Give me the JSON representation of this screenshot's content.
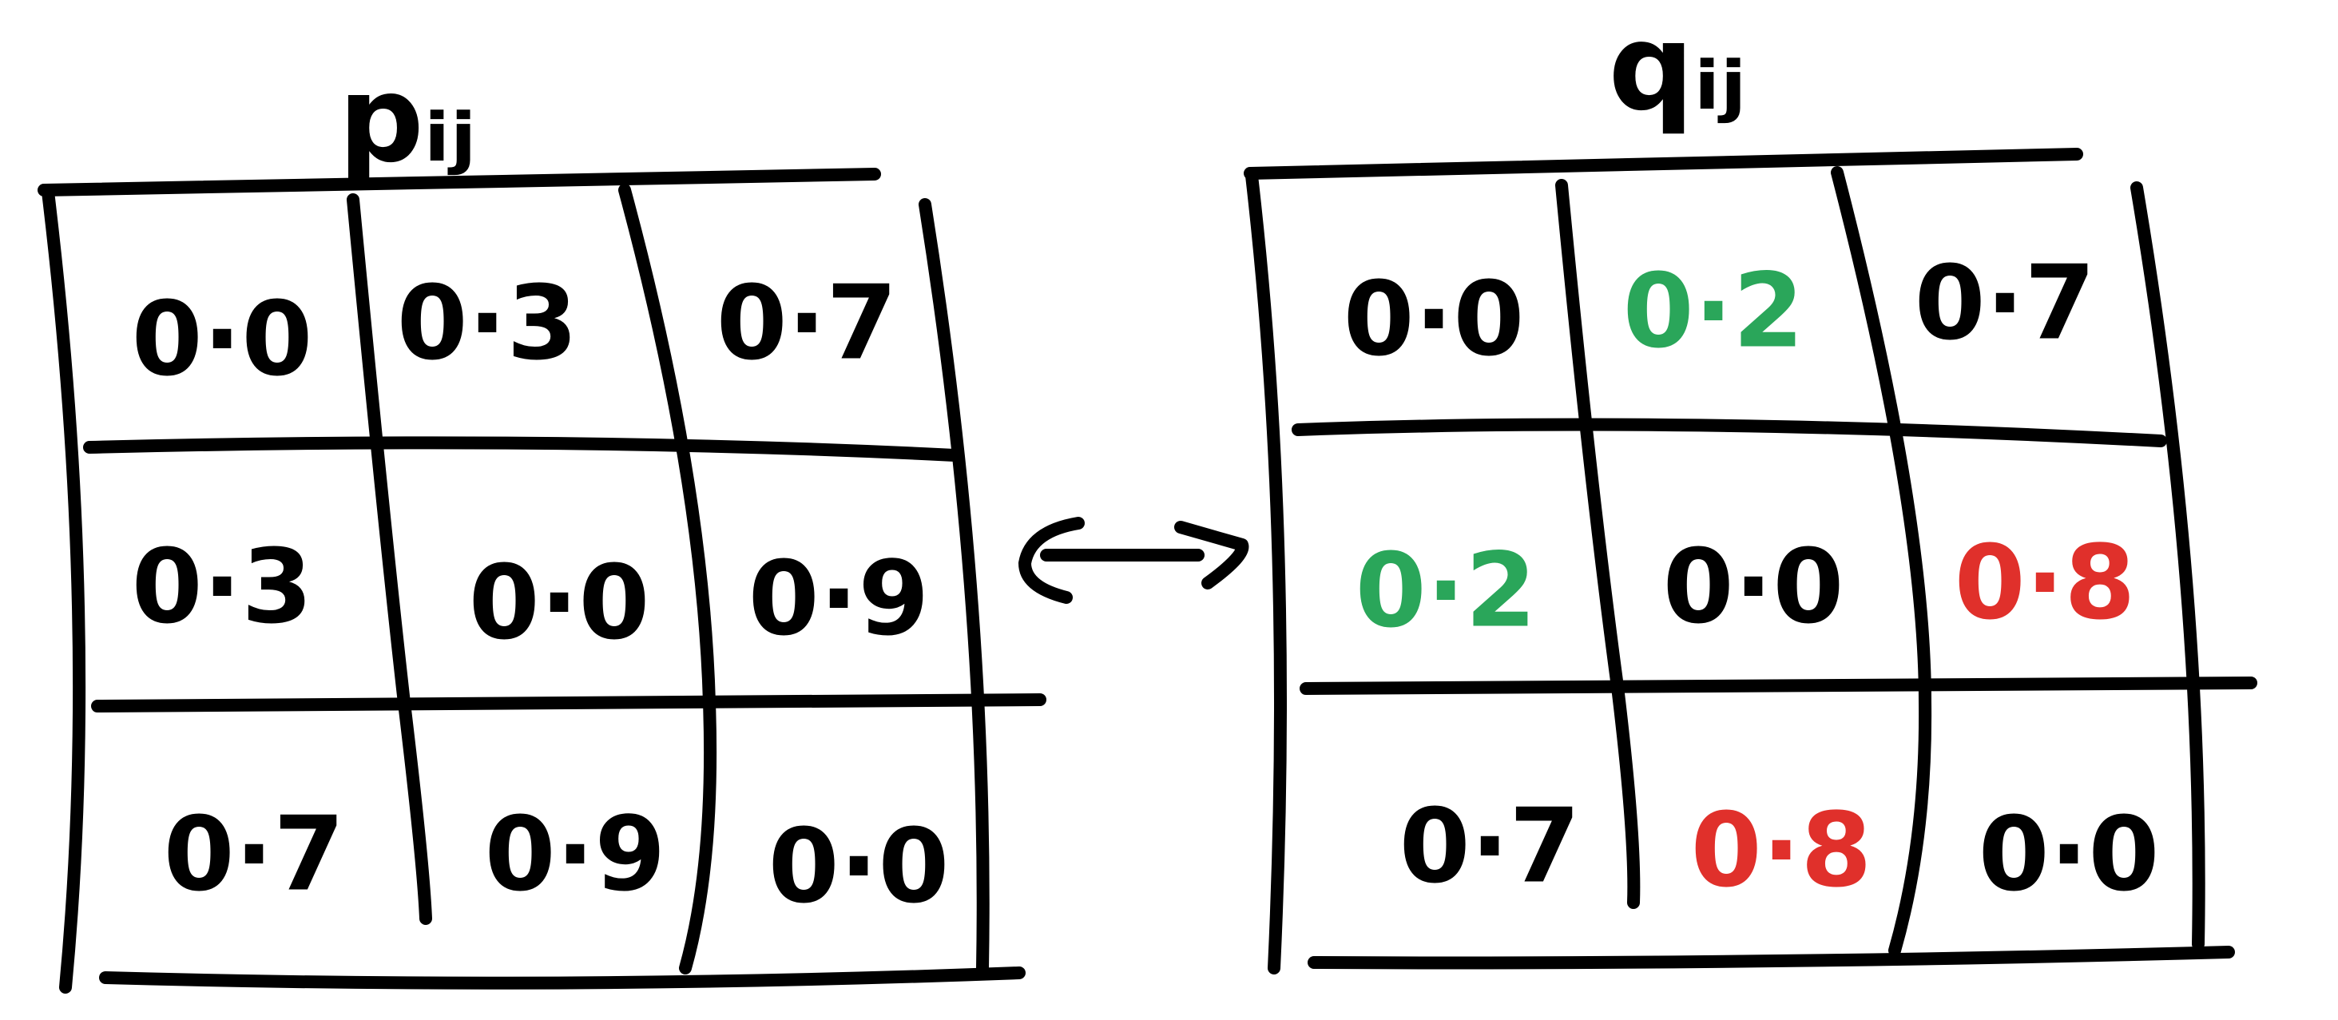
{
  "colors": {
    "ink": "#000000",
    "decreased": "#2aa65a",
    "increased": "#e0302b"
  },
  "left_matrix": {
    "title": "pᵢⱼ",
    "cells": [
      [
        "0·0",
        "0·3",
        "0·7"
      ],
      [
        "0·3",
        "0·0",
        "0·9"
      ],
      [
        "0·7",
        "0·9",
        "0·0"
      ]
    ]
  },
  "arrow": {
    "symbol": "⟷"
  },
  "right_matrix": {
    "title": "qᵢⱼ",
    "cells": [
      [
        "0·0",
        "0·2",
        "0·7"
      ],
      [
        "0·2",
        "0·0",
        "0·8"
      ],
      [
        "0·7",
        "0·8",
        "0·0"
      ]
    ],
    "cell_colors": [
      [
        "ink",
        "decreased",
        "ink"
      ],
      [
        "decreased",
        "ink",
        "increased"
      ],
      [
        "ink",
        "increased",
        "ink"
      ]
    ]
  }
}
